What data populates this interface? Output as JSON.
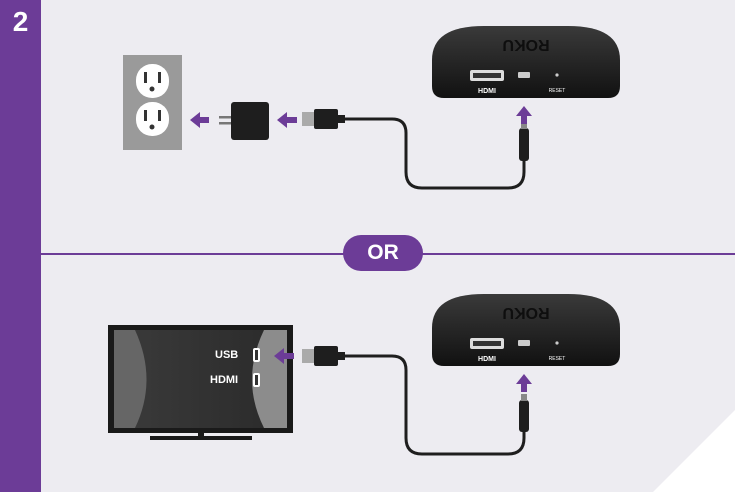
{
  "step": {
    "number": "2"
  },
  "divider": {
    "label": "OR"
  },
  "device": {
    "brand": "ROKU",
    "port_hdmi": "HDMI",
    "port_reset": "RESET"
  },
  "tv": {
    "port_usb": "USB",
    "port_hdmi": "HDMI"
  },
  "colors": {
    "accent": "#6c3c97",
    "background": "#edecf1",
    "device": "#1f1f1f",
    "outlet_plate": "#9a9a9a"
  },
  "icons": [
    "power-outlet-icon",
    "power-adapter-icon",
    "usb-cable-icon",
    "streaming-stick-icon",
    "tv-icon",
    "arrow-left-icon",
    "arrow-up-icon"
  ]
}
